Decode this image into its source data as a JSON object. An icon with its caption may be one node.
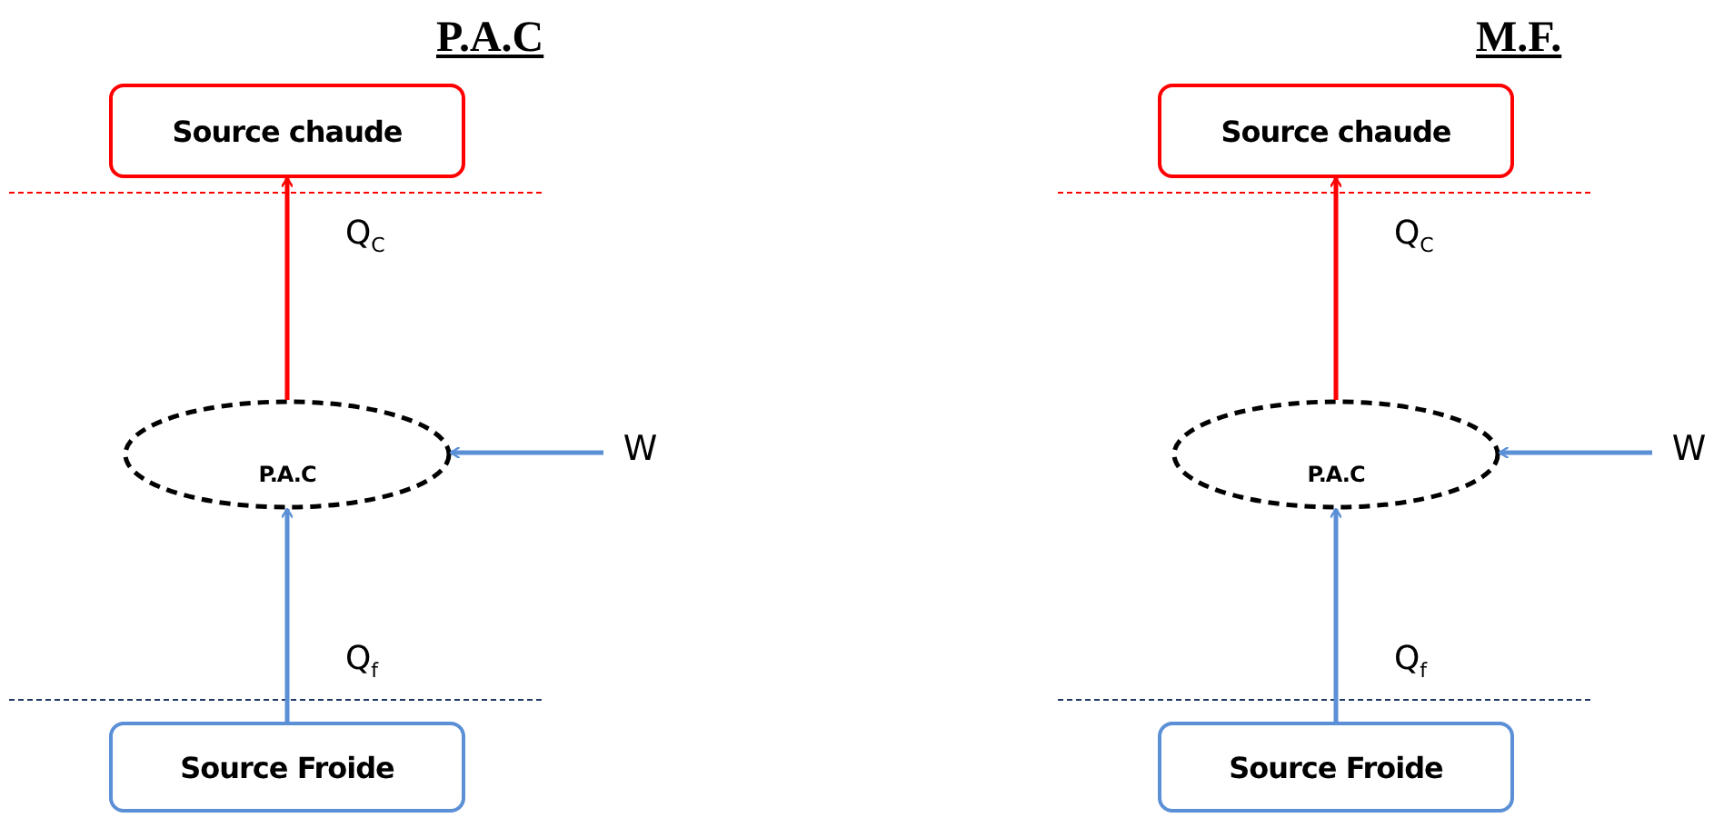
{
  "diagram": {
    "nodes": [
      {
        "text": [
          "Source chaude"
        ]
      },
      {
        "text": [
          "P.A.C"
        ]
      },
      {
        "text": [
          "W"
        ]
      },
      {
        "text": [
          "Source Froide"
        ]
      },
      {
        "text": [
          "Source chaude"
        ]
      },
      {
        "text": [
          "P.A.C"
        ]
      },
      {
        "text": [
          "W"
        ]
      },
      {
        "text": [
          "Source Froide"
        ]
      }
    ],
    "edges": [
      {
        "from": 1,
        "to": 0,
        "arrow": "to",
        "label": "Q$_{C}$",
        "color": "#ff0000"
      },
      {
        "from": 2,
        "to": 1,
        "arrow": "to"
      },
      {
        "from": 3,
        "to": 1,
        "arrow": "to",
        "label": "Q$_{f}$"
      },
      {
        "from": 5,
        "to": 4,
        "arrow": "to",
        "label": "Q$_{C}$",
        "color": "#ff0000"
      },
      {
        "from": 6,
        "to": 5,
        "arrow": "to"
      },
      {
        "from": 7,
        "to": 5,
        "arrow": "to",
        "label": "Q$_{f}$"
      }
    ],
    "labels": [
      "P.A.C",
      "M.F."
    ]
  }
}
